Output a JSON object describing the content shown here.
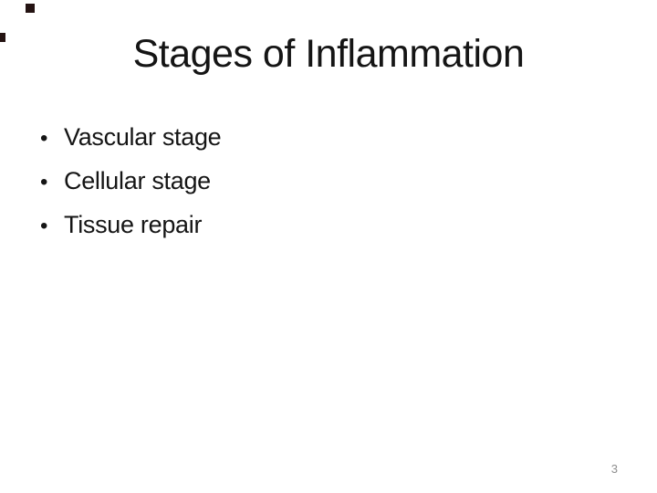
{
  "slide": {
    "title": "Stages of Inflammation",
    "bullet_glyph": "•",
    "bullets": [
      "Vascular stage",
      "Cellular stage",
      "Tissue repair"
    ],
    "page_number": "3",
    "colors": {
      "background": "#ffffff",
      "text": "#151515",
      "page_number": "#8e8e8e"
    }
  }
}
